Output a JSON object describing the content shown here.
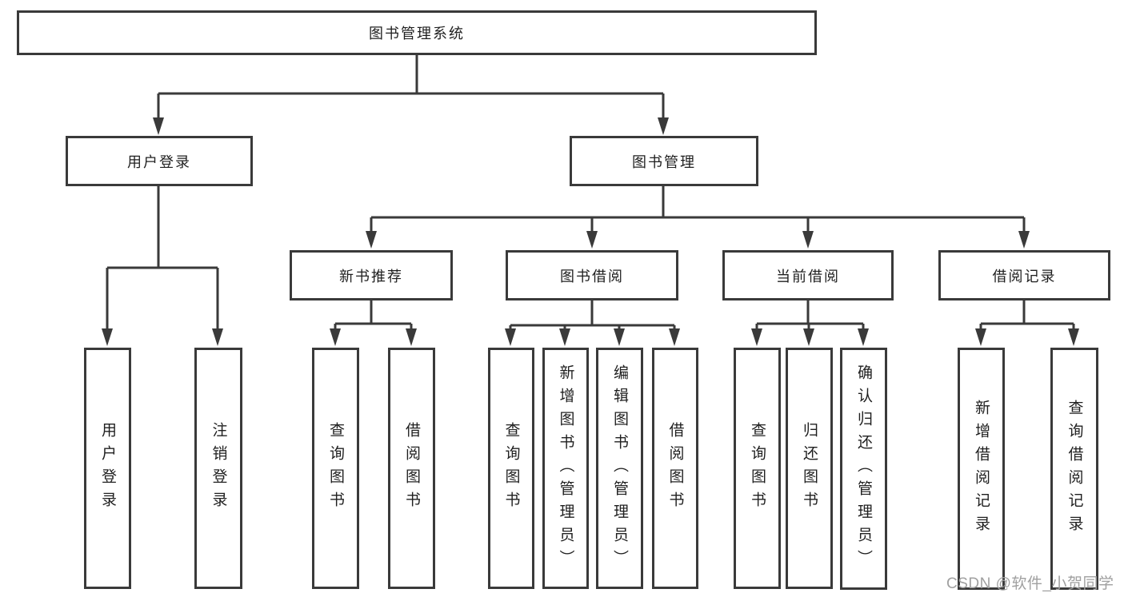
{
  "tree": {
    "label": "图书管理系统",
    "children": [
      {
        "label": "用户登录",
        "children": [
          {
            "label": "用户登录"
          },
          {
            "label": "注销登录"
          }
        ]
      },
      {
        "label": "图书管理",
        "children": [
          {
            "label": "新书推荐",
            "children": [
              {
                "label": "查询图书"
              },
              {
                "label": "借阅图书"
              }
            ]
          },
          {
            "label": "图书借阅",
            "children": [
              {
                "label": "查询图书"
              },
              {
                "label": "新增图书（管理员）"
              },
              {
                "label": "编辑图书（管理员）"
              },
              {
                "label": "借阅图书"
              }
            ]
          },
          {
            "label": "当前借阅",
            "children": [
              {
                "label": "查询图书"
              },
              {
                "label": "归还图书"
              },
              {
                "label": "确认归还（管理员）"
              }
            ]
          },
          {
            "label": "借阅记录",
            "children": [
              {
                "label": "新增借阅记录"
              },
              {
                "label": "查询借阅记录"
              }
            ]
          }
        ]
      }
    ]
  },
  "watermark": {
    "text": "CSDN @软件_小贺同学"
  },
  "colors": {
    "line": "#3a3a3a",
    "text": "#1f1f1f",
    "watermark": "#a0a0a0",
    "background": "#ffffff"
  }
}
